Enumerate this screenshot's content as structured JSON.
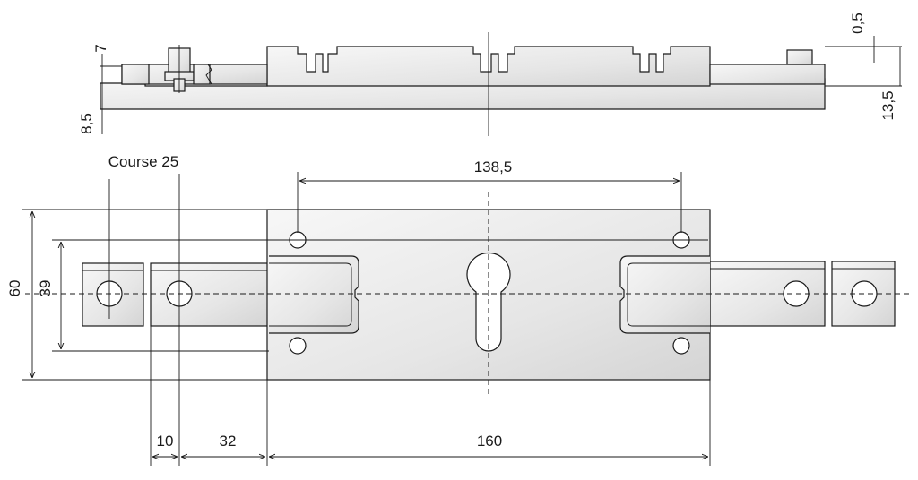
{
  "colors": {
    "stroke": "#1a1a1a",
    "metal_light": "#f4f4f4",
    "metal_dark": "#d6d6d6",
    "background": "#ffffff"
  },
  "dimensions": {
    "top_view": {
      "d7": "7",
      "d0_5": "0,5",
      "d8_5": "8,5",
      "d13_5": "13,5"
    },
    "front_view": {
      "course": "Course 25",
      "d138_5": "138,5",
      "d60": "60",
      "d39": "39",
      "d10": "10",
      "d32": "32",
      "d160": "160"
    }
  }
}
